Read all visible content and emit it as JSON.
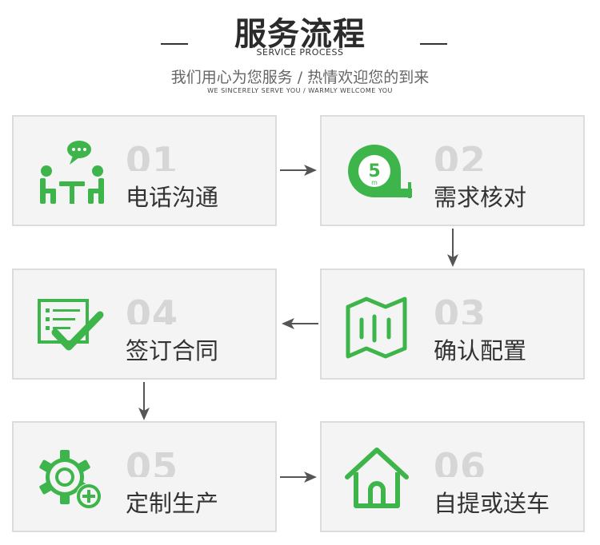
{
  "header": {
    "title": "服务流程",
    "title_en": "SERVICE PROCESS",
    "subtitle": "我们用心为您服务 / 热情欢迎您的到来",
    "subtitle_en": "WE SINCERELY SERVE YOU / WARMLY WELCOME YOU"
  },
  "accent_color": "#3db54a",
  "steps": [
    {
      "num": "01",
      "label": "电话沟通",
      "icon": "meeting-chat-icon"
    },
    {
      "num": "02",
      "label": "需求核对",
      "icon": "tape-measure-icon"
    },
    {
      "num": "03",
      "label": "确认配置",
      "icon": "map-icon"
    },
    {
      "num": "04",
      "label": "签订合同",
      "icon": "checklist-icon"
    },
    {
      "num": "05",
      "label": "定制生产",
      "icon": "gear-plus-icon"
    },
    {
      "num": "06",
      "label": "自提或送车",
      "icon": "house-icon"
    }
  ],
  "tape_mark": "5",
  "tape_unit": "m"
}
